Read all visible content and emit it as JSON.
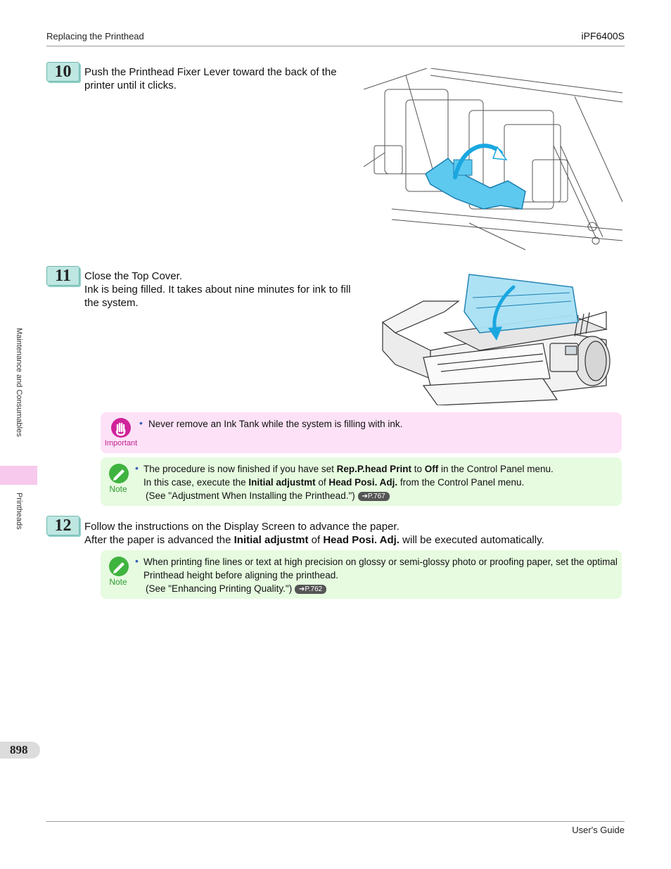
{
  "header": {
    "left": "Replacing the Printhead",
    "right": "iPF6400S"
  },
  "side_tab": {
    "section": "Maintenance and Consumables",
    "subsection": "Printheads"
  },
  "steps": [
    {
      "number": "10",
      "lines": [
        "Push the Printhead Fixer Lever toward the back of the",
        "printer until it clicks."
      ]
    },
    {
      "number": "11",
      "lines": [
        "Close the Top Cover.",
        "Ink is being filled. It takes about nine minutes for ink to fill",
        "the system."
      ]
    },
    {
      "number": "12",
      "line1": "Follow the instructions on the Display Screen to advance the paper.",
      "line2": {
        "a": "After the paper is advanced the ",
        "b1": "Initial adjustmt",
        "c": " of ",
        "b2": "Head Posi. Adj.",
        "d": " will be executed automatically."
      }
    }
  ],
  "important": {
    "label": "Important",
    "text": "Never remove an Ink Tank while the system is filling with ink."
  },
  "note1": {
    "label": "Note",
    "l1": {
      "a": "The procedure is now finished if you have set ",
      "b1": "Rep.P.head Print",
      "c": " to ",
      "b2": "Off",
      "d": " in the Control Panel menu."
    },
    "l2": {
      "a": "In this case, execute the ",
      "b1": "Initial adjustmt",
      "c": " of ",
      "b2": "Head Posi. Adj.",
      "d": " from the Control Panel menu."
    },
    "l3": {
      "a": "(See \"Adjustment When Installing the Printhead.\")",
      "ref": "➔P.767"
    }
  },
  "note2": {
    "label": "Note",
    "l1": "When printing fine lines or text at high precision on glossy or semi-glossy photo or proofing paper, set the optimal",
    "l2": "Printhead height before aligning the printhead.",
    "l3": {
      "a": "(See \"Enhancing Printing Quality.\")",
      "ref": "➔P.762"
    }
  },
  "page_number": "898",
  "footer": {
    "right": "User's Guide"
  },
  "colors": {
    "accent_blue": "#1aa7e0",
    "important_pink": "#d0239a",
    "note_green": "#3fb33f"
  }
}
